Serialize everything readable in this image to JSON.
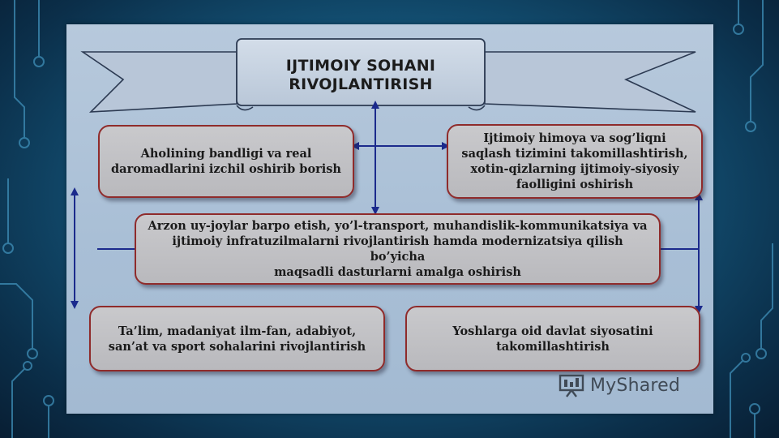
{
  "title": {
    "line1": "IJTIMOIY SOHANI",
    "line2": "RIVOJLANTIRISH"
  },
  "boxes": {
    "employment": [
      "Aholining bandligi va real",
      "daromadlarini izchil oshirib borish"
    ],
    "social_protection": [
      "Ijtimoiy himoya va sog’liqni",
      "saqlash tizimini takomillashtirish,",
      "xotin-qizlarning ijtimoiy-siyosiy",
      "faolligini oshirish"
    ],
    "housing": [
      "Arzon uy-joylar barpo etish, yo’l-transport, muhandislik-kommunikatsiya va",
      "ijtimoiy infratuzilmalarni rivojlantirish hamda modernizatsiya qilish bo’yicha",
      "maqsadli dasturlarni amalga oshirish"
    ],
    "education": [
      "Ta’lim, madaniyat ilm-fan, adabiyot,",
      "san’at va sport sohalarini rivojlantirish"
    ],
    "youth": [
      "Yoshlarga oid davlat siyosatini",
      "takomillashtirish"
    ]
  },
  "watermark": {
    "brand": "MyShared",
    "icon": "presentation-board-icon"
  },
  "colors": {
    "box_border": "#8f2b2b",
    "box_fill": "#c4c4c7",
    "arrow": "#1b2a8c",
    "panel": "#b0c5d9",
    "background": "#155a80"
  }
}
